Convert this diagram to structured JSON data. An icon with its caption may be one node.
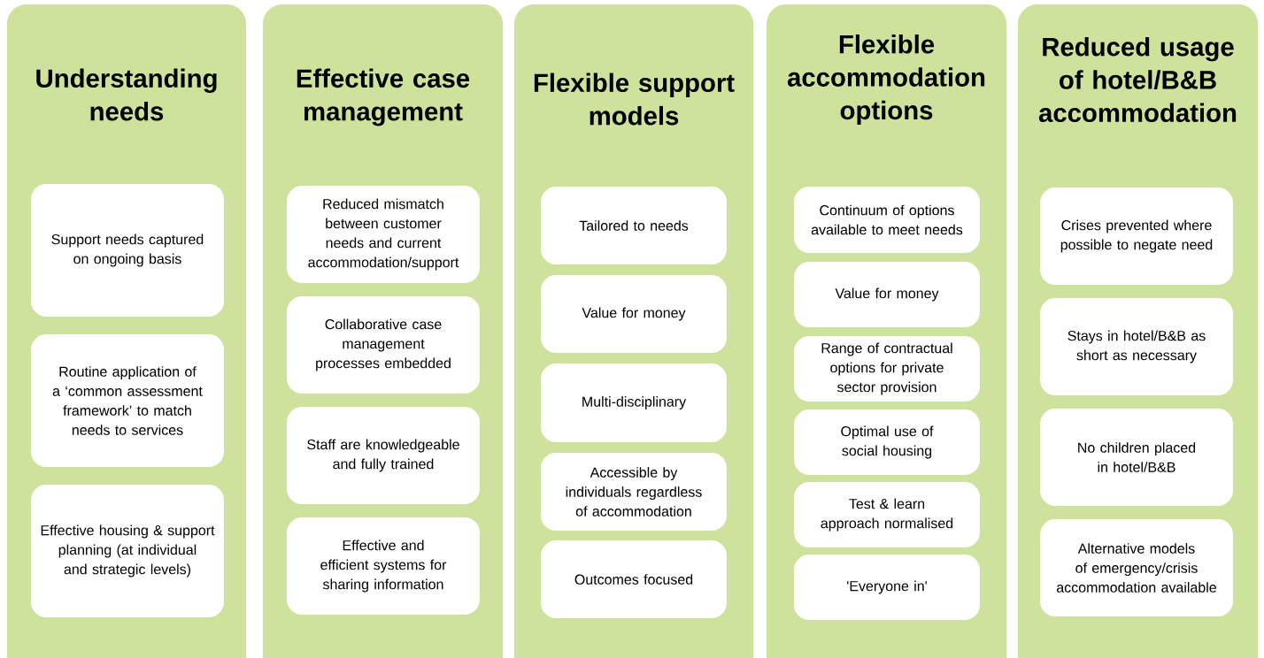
{
  "diagram": {
    "nodes": [
      {
        "text": [
          "Understanding needs"
        ]
      },
      {
        "text": [
          "Support needs captured on ongoing basis"
        ],
        "in": 0
      },
      {
        "text": [
          "Routine application of a ‘common assessment framework’ to match needs to services"
        ],
        "in": 0
      },
      {
        "text": [
          "Effective housing & support planning (at individual and strategic levels)"
        ],
        "in": 0
      },
      {
        "text": [
          "Effective case management"
        ]
      },
      {
        "text": [
          "Reduced mismatch between customer needs and current accommodation/support"
        ],
        "in": 4
      },
      {
        "text": [
          "Collaborative case management processes embedded"
        ],
        "in": 4
      },
      {
        "text": [
          "Staff are knowledgeable and fully trained"
        ],
        "in": 4
      },
      {
        "text": [
          "Effective and efficient systems for sharing information"
        ],
        "in": 4
      },
      {
        "text": [
          "Flexible support models"
        ]
      },
      {
        "text": [
          "Tailored to needs"
        ],
        "in": 9
      },
      {
        "text": [
          "Value for money"
        ],
        "in": 9
      },
      {
        "text": [
          "Multi-disciplinary"
        ],
        "in": 9
      },
      {
        "text": [
          "Accessible by individuals regardless of accommodation"
        ],
        "in": 9
      },
      {
        "text": [
          "Outcomes focused"
        ],
        "in": 9
      },
      {
        "text": [
          "Flexible accommodation options"
        ]
      },
      {
        "text": [
          "Continuum of options available to meet needs"
        ],
        "in": 15
      },
      {
        "text": [
          "Value for money"
        ],
        "in": 15
      },
      {
        "text": [
          "Range of contractual options for private sector provision"
        ],
        "in": 15
      },
      {
        "text": [
          "Optimal use of social housing"
        ],
        "in": 15
      },
      {
        "text": [
          "Test & learn approach normalised"
        ],
        "in": 15
      },
      {
        "text": [
          "'Everyone in'"
        ],
        "in": 15
      },
      {
        "text": [
          "Reduced usage of hotel/B&B accommodation"
        ]
      },
      {
        "text": [
          "Crises prevented where possible to negate need"
        ],
        "in": 22
      },
      {
        "text": [
          "Stays in hotel/B&B as short as necessary"
        ],
        "in": 22
      },
      {
        "text": [
          "No children placed in hotel/B&B"
        ],
        "in": 22
      },
      {
        "text": [
          "Alternative models of emergency/crisis accommodation available"
        ],
        "in": 22
      }
    ]
  }
}
